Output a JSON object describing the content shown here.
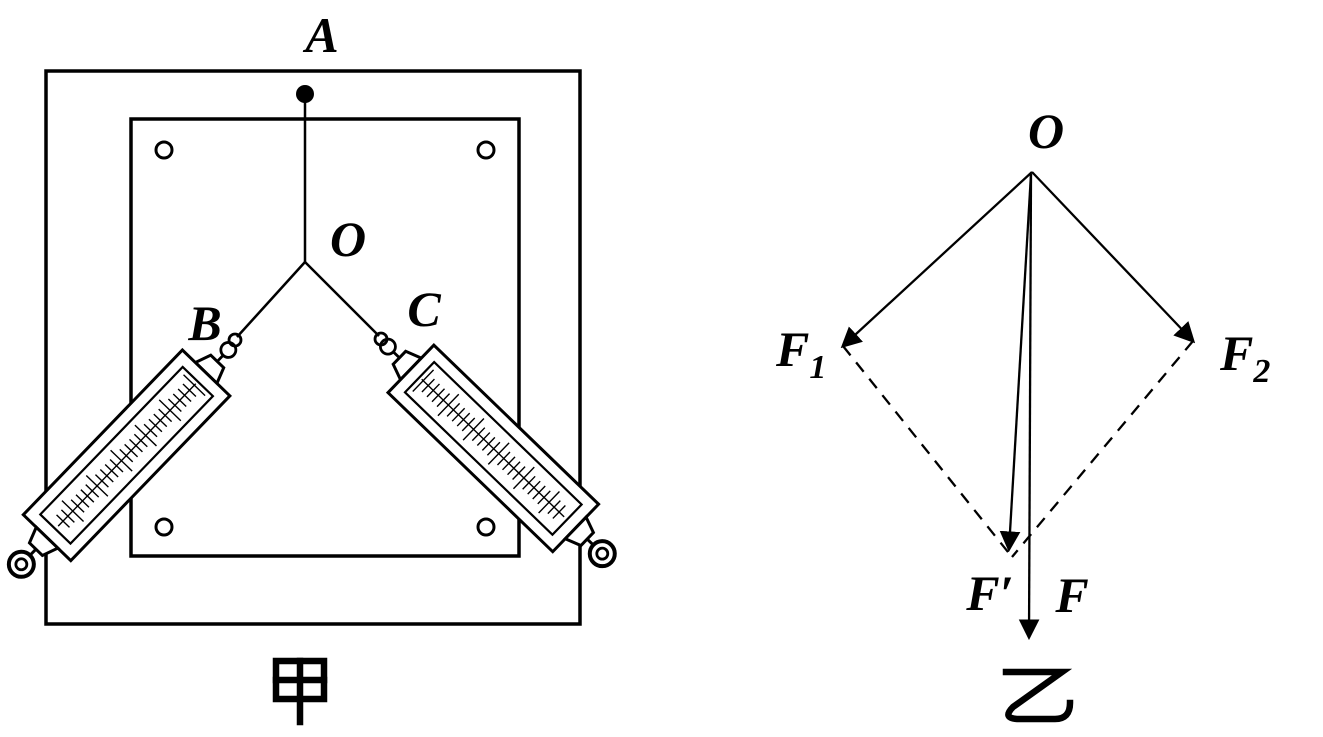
{
  "colors": {
    "ink": "#000000",
    "background": "#ffffff"
  },
  "figure_left": {
    "caption": "甲",
    "point_a": "A",
    "point_o": "O",
    "point_b": "B",
    "point_c": "C"
  },
  "figure_right": {
    "caption": "乙",
    "point_o": "O",
    "f1_main": "F",
    "f1_sub": "1",
    "f2_main": "F",
    "f2_sub": "2",
    "f_prime": "F′",
    "f_resultant": "F"
  }
}
